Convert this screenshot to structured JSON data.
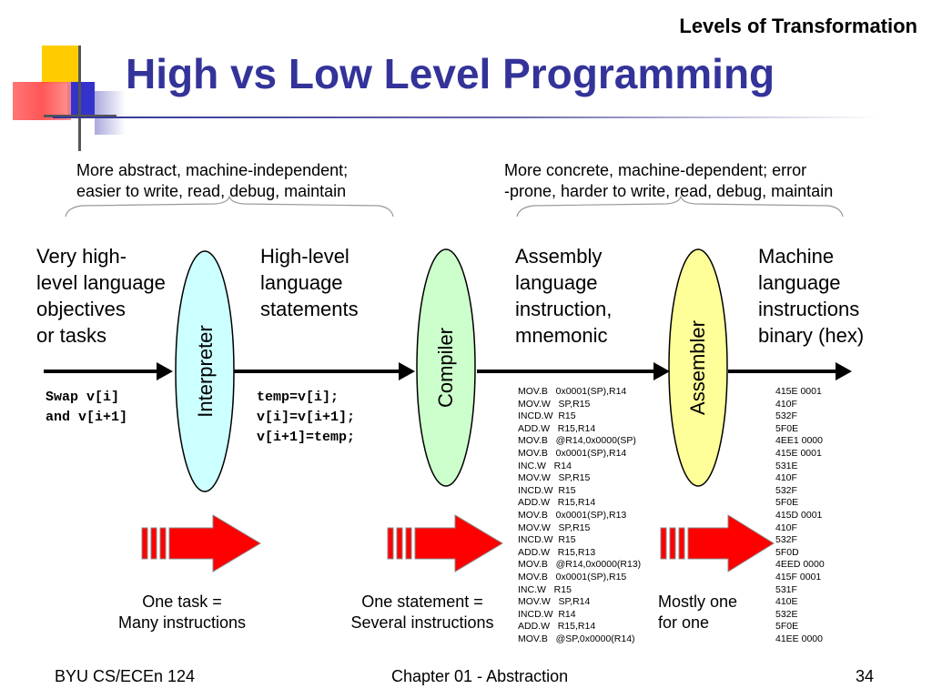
{
  "slide": {
    "top_label": "Levels of Transformation",
    "title": "High vs Low Level Programming"
  },
  "braces": {
    "left_text": [
      "More abstract, machine-independent;",
      "easier to write, read, debug, maintain"
    ],
    "right_text": [
      "More concrete, machine-dependent; error",
      "-prone, harder to write, read, debug, maintain"
    ]
  },
  "stages": {
    "stage1": [
      "Very high-",
      "level language",
      "objectives",
      "or tasks"
    ],
    "stage2": [
      "High-level",
      "language",
      "statements"
    ],
    "stage3": [
      "Assembly",
      "language",
      "instruction,",
      "mnemonic"
    ],
    "stage4": [
      "Machine",
      "language",
      "instructions",
      "binary (hex)"
    ]
  },
  "translators": {
    "interpreter": "Interpreter",
    "compiler": "Compiler",
    "assembler": "Assembler"
  },
  "code": {
    "task": [
      "Swap v[i]",
      "and v[i+1]"
    ],
    "high_level": [
      "temp=v[i];",
      "v[i]=v[i+1];",
      "v[i+1]=temp;"
    ],
    "assembly": [
      "MOV.B   0x0001(SP),R14",
      "MOV.W   SP,R15",
      "INCD.W  R15",
      "ADD.W   R15,R14",
      "MOV.B   @R14,0x0000(SP)",
      "MOV.B   0x0001(SP),R14",
      "INC.W   R14",
      "MOV.W   SP,R15",
      "INCD.W  R15",
      "ADD.W   R15,R14",
      "MOV.B   0x0001(SP),R13",
      "MOV.W   SP,R15",
      "INCD.W  R15",
      "ADD.W   R15,R13",
      "MOV.B   @R14,0x0000(R13)",
      "MOV.B   0x0001(SP),R15",
      "INC.W   R15",
      "MOV.W   SP,R14",
      "INCD.W  R14",
      "ADD.W   R15,R14",
      "MOV.B   @SP,0x0000(R14)"
    ],
    "machine": [
      "415E 0001",
      "410F",
      "532F",
      "5F0E",
      "4EE1 0000",
      "415E 0001",
      "531E",
      "410F",
      "532F",
      "5F0E",
      "415D 0001",
      "410F",
      "532F",
      "5F0D",
      "4EED 0000",
      "415F 0001",
      "531F",
      "410E",
      "532E",
      "5F0E",
      "41EE 0000"
    ]
  },
  "ratios": {
    "r1": [
      "One task =",
      "Many instructions"
    ],
    "r2": [
      "One statement =",
      "Several instructions"
    ],
    "r3": [
      "Mostly one",
      "for one"
    ]
  },
  "footer": {
    "left": "BYU CS/ECEn 124",
    "middle": "Chapter 01 - Abstraction",
    "page": "34"
  },
  "colors": {
    "title": "#333399",
    "interpreter_fill": "#ccffff",
    "compiler_fill": "#ccffcc",
    "assembler_fill": "#ffff99",
    "arrow_red": "#ff0000"
  }
}
